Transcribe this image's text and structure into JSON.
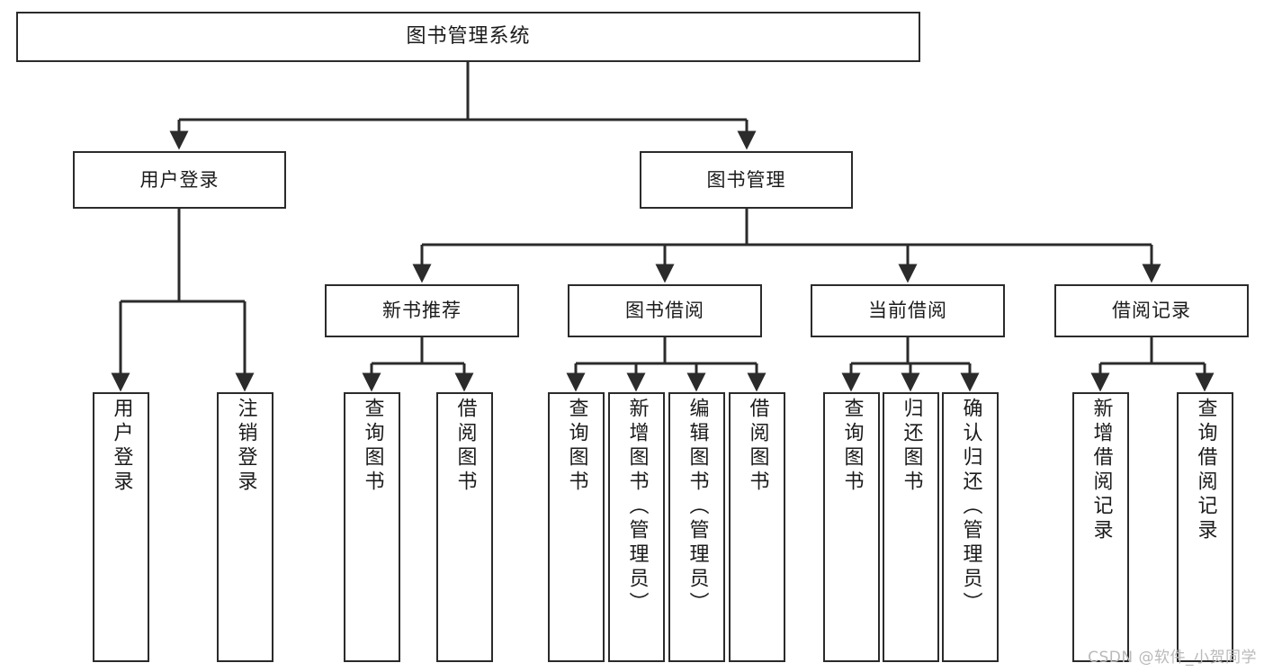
{
  "diagram": {
    "title": "图书管理系统",
    "type": "tree-hierarchy-chart",
    "watermark": "CSDN @软件_小贺同学",
    "colors": {
      "stroke": "#2b2b2b",
      "fill": "#ffffff",
      "text": "#1b1b1b",
      "watermark": "#b9b9b9"
    },
    "nodes": {
      "root": {
        "label": "图书管理系统",
        "level": 1,
        "orientation": "horizontal"
      },
      "n_user_login": {
        "label": "用户登录",
        "level": 2,
        "orientation": "horizontal"
      },
      "n_book_manage": {
        "label": "图书管理",
        "level": 2,
        "orientation": "horizontal"
      },
      "n_new_book_rec": {
        "label": "新书推荐",
        "level": 3,
        "orientation": "horizontal"
      },
      "n_book_borrow": {
        "label": "图书借阅",
        "level": 3,
        "orientation": "horizontal"
      },
      "n_current_borrow": {
        "label": "当前借阅",
        "level": 3,
        "orientation": "horizontal"
      },
      "n_borrow_record": {
        "label": "借阅记录",
        "level": 3,
        "orientation": "horizontal"
      },
      "l_user_login": {
        "label": "用户登录",
        "level": 4,
        "orientation": "vertical"
      },
      "l_logout": {
        "label": "注销登录",
        "level": 4,
        "orientation": "vertical"
      },
      "l_query_book_1": {
        "label": "查询图书",
        "level": 4,
        "orientation": "vertical"
      },
      "l_borrow_book_1": {
        "label": "借阅图书",
        "level": 4,
        "orientation": "vertical"
      },
      "l_query_book_2": {
        "label": "查询图书",
        "level": 4,
        "orientation": "vertical"
      },
      "l_add_book": {
        "label": "新增图书（管理员）",
        "level": 4,
        "orientation": "vertical"
      },
      "l_edit_book": {
        "label": "编辑图书（管理员）",
        "level": 4,
        "orientation": "vertical"
      },
      "l_borrow_book_2": {
        "label": "借阅图书",
        "level": 4,
        "orientation": "vertical"
      },
      "l_query_book_3": {
        "label": "查询图书",
        "level": 4,
        "orientation": "vertical"
      },
      "l_return_book": {
        "label": "归还图书",
        "level": 4,
        "orientation": "vertical"
      },
      "l_confirm_return": {
        "label": "确认归还（管理员）",
        "level": 4,
        "orientation": "vertical"
      },
      "l_add_record": {
        "label": "新增借阅记录",
        "level": 4,
        "orientation": "vertical"
      },
      "l_query_record": {
        "label": "查询借阅记录",
        "level": 4,
        "orientation": "vertical"
      }
    }
  }
}
